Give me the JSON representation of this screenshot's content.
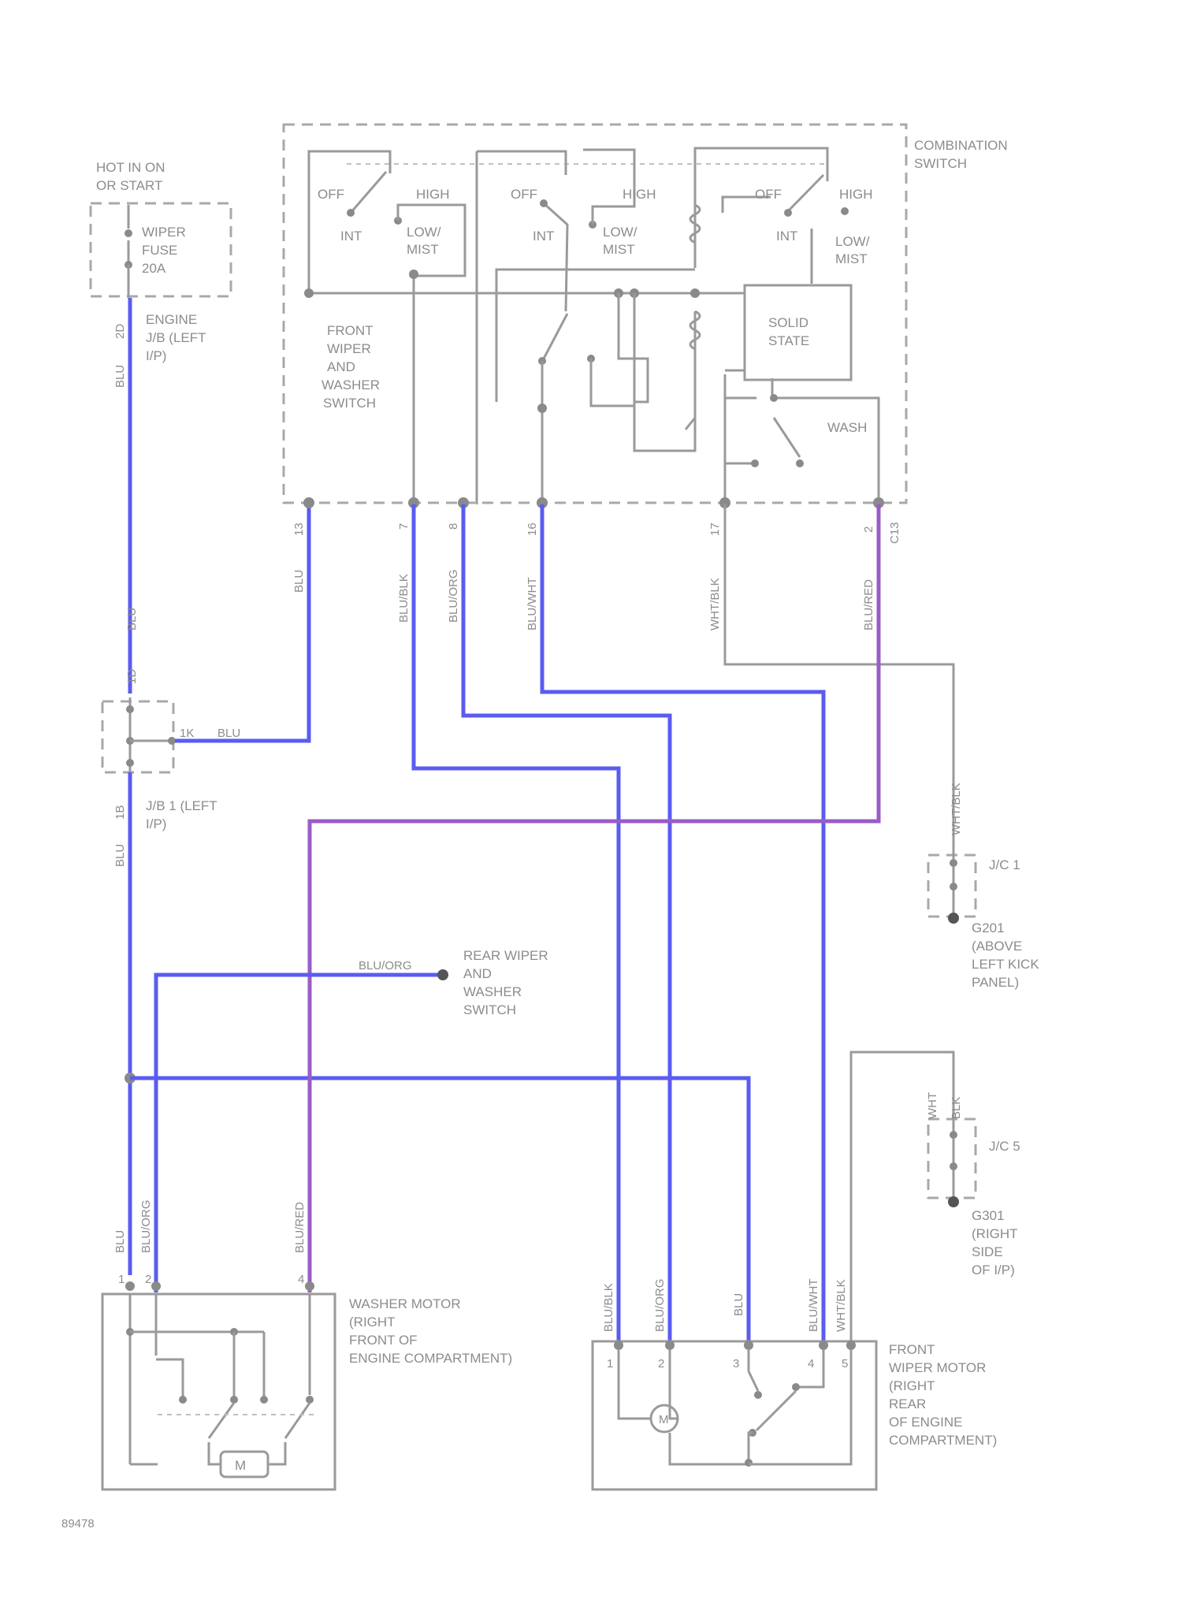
{
  "diagram_id": "89478",
  "labels": {
    "hot_in_run_line1": "HOT IN ON",
    "hot_in_run_line2": "OR START",
    "wiper_fuse_line1": "WIPER",
    "wiper_fuse_line2": "FUSE",
    "wiper_fuse_line3": "20A",
    "engine_jb_line1": "ENGINE",
    "engine_jb_line2": "J/B (LEFT",
    "engine_jb_line3": "I/P)",
    "combination_switch_line1": "COMBINATION",
    "combination_switch_line2": "SWITCH",
    "off_1": "OFF",
    "high_1": "HIGH",
    "int_1": "INT",
    "low_mist_1a": "LOW/",
    "low_mist_1b": "MIST",
    "off_2": "OFF",
    "high_2": "HIGH",
    "int_2": "INT",
    "low_mist_2a": "LOW/",
    "low_mist_2b": "MIST",
    "off_3": "OFF",
    "high_3": "HIGH",
    "int_3": "INT",
    "low_mist_3a": "LOW/",
    "low_mist_3b": "MIST",
    "front_wiper_sw_line1": "FRONT",
    "front_wiper_sw_line2": "WIPER",
    "front_wiper_sw_line3": "AND",
    "front_wiper_sw_line4": "WASHER",
    "front_wiper_sw_line5": "SWITCH",
    "solid_state_line1": "SOLID",
    "solid_state_line2": "STATE",
    "wash": "WASH",
    "jb1_line1": "J/B 1 (LEFT",
    "jb1_line2": "I/P)",
    "jc1": "J/C 1",
    "g201_line1": "G201",
    "g201_line2": "(ABOVE",
    "g201_line3": "LEFT KICK",
    "g201_line4": "PANEL)",
    "rear_wiper_line1": "REAR WIPER",
    "rear_wiper_line2": "AND",
    "rear_wiper_line3": "WASHER",
    "rear_wiper_line4": "SWITCH",
    "jc5": "J/C 5",
    "g301_line1": "G301",
    "g301_line2": "(RIGHT",
    "g301_line3": "SIDE",
    "g301_line4": "OF I/P)",
    "washer_motor_line1": "WASHER MOTOR",
    "washer_motor_line2": "(RIGHT",
    "washer_motor_line3": "FRONT OF",
    "washer_motor_line4": "ENGINE COMPARTMENT)",
    "front_wiper_motor_line1": "FRONT",
    "front_wiper_motor_line2": "WIPER MOTOR",
    "front_wiper_motor_line3": "(RIGHT",
    "front_wiper_motor_line4": "REAR",
    "front_wiper_motor_line5": "OF ENGINE",
    "front_wiper_motor_line6": "COMPARTMENT)",
    "motor_m1": "M",
    "motor_m2": "M"
  },
  "wires": {
    "fuse_out": "BLU",
    "fuse_pin": "2D",
    "fuse_to_jb": "BLU",
    "jb_pin_top": "1D",
    "jb_pin_side": "1K",
    "jb_side_wire": "BLU",
    "jb_pin_bottom": "1B",
    "jb_bottom_wire": "BLU",
    "sw_pin_13": "13",
    "sw_wire_13": "BLU",
    "sw_pin_7": "7",
    "sw_wire_7": "BLU/BLK",
    "sw_pin_8": "8",
    "sw_wire_8": "BLU/ORG",
    "sw_pin_16": "16",
    "sw_wire_16": "BLU/WHT",
    "sw_pin_17": "17",
    "sw_wire_17": "WHT/BLK",
    "sw_pin_2": "2",
    "sw_pin_c13": "C13",
    "sw_wire_2": "BLU/RED",
    "jc1_wire": "WHT/BLK",
    "rear_wiper_wire": "BLU/ORG",
    "jc5_wire_a": "WHT",
    "jc5_wire_b": "BLK",
    "wm_wire_a": "BLU",
    "wm_wire_b": "BLU/ORG",
    "wm_wire_c": "BLU/RED",
    "wm_pin_a": "1",
    "wm_pin_b": "2",
    "wm_pin_c": "4",
    "fwm_wire_a": "BLU/BLK",
    "fwm_wire_b": "BLU/ORG",
    "fwm_wire_c": "BLU",
    "fwm_wire_d": "BLU/WHT",
    "fwm_wire_e": "WHT/BLK",
    "fwm_pin_a": "1",
    "fwm_pin_b": "2",
    "fwm_pin_c": "3",
    "fwm_pin_d": "4",
    "fwm_pin_e": "5"
  }
}
